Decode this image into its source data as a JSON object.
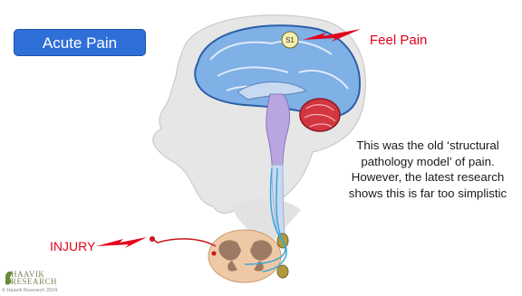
{
  "slide": {
    "title": "Acute Pain",
    "brain_region_label": "S1",
    "feel_pain_label": "Feel Pain",
    "injury_label": "INJURY",
    "body_text": "This was the old ‘structural pathology model’ of pain. However, the latest research shows this is far too simplistic",
    "logo_line1": "HAAVIK",
    "logo_line2": "RESEARCH",
    "copyright": "© Haavik Research 2024"
  },
  "colors": {
    "title_bg": "#2f6fd8",
    "label_red": "#e3001b",
    "brain_blue": "#3c7fc4",
    "nerve_blue": "#3aa6d8"
  },
  "icons": [
    "head-silhouette",
    "brain",
    "lightning-bolt",
    "spinal-cord-section"
  ]
}
